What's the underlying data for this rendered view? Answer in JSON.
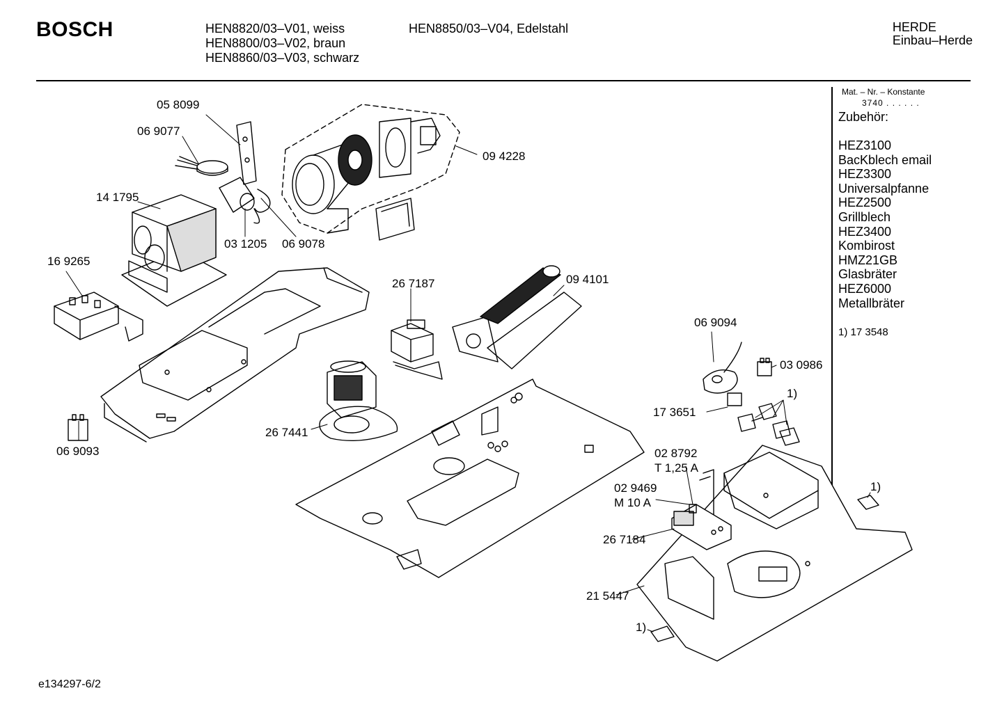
{
  "header": {
    "brand": "BOSCH",
    "models_col1": [
      "HEN8820/03–V01, weiss",
      "HEN8800/03–V02, braun",
      "HEN8860/03–V03, schwarz"
    ],
    "models_col2": [
      "HEN8850/03–V04, Edelstahl"
    ],
    "category": "HERDE",
    "subcategory": "Einbau–Herde"
  },
  "sidebar": {
    "mat_nr_label": "Mat. – Nr. – Konstante",
    "mat_nr_value": "3740 . . . . . .",
    "accessories_title": "Zubehör:",
    "accessories": [
      "HEZ3100",
      "BacKblech email",
      "HEZ3300",
      "Universalpfanne",
      "HEZ2500",
      "Grillblech",
      "HEZ3400",
      "Kombirost",
      "HMZ21GB",
      "Glasbräter",
      "HEZ6000",
      "Metallbräter"
    ],
    "footnote": "1)  17 3548"
  },
  "parts": {
    "p058099": "05 8099",
    "p069077": "06 9077",
    "p094228": "09 4228",
    "p141795": "14 1795",
    "p031205": "03 1205",
    "p069078": "06 9078",
    "p169265": "16 9265",
    "p267187": "26 7187",
    "p094101": "09 4101",
    "p069094": "06 9094",
    "p030986": "03 0986",
    "p173651": "17 3651",
    "fn1": "1)",
    "p069093": "06 9093",
    "p267441": "26 7441",
    "p028792": "02 8792",
    "p028792b": "T 1,25 A",
    "p029469": "02 9469",
    "p029469b": "M 10 A",
    "fn2": "1)",
    "p267184": "26 7184",
    "p215447": "21 5447",
    "fn3": "1)"
  },
  "footer": {
    "drawing_id": "e134297-6/2"
  }
}
